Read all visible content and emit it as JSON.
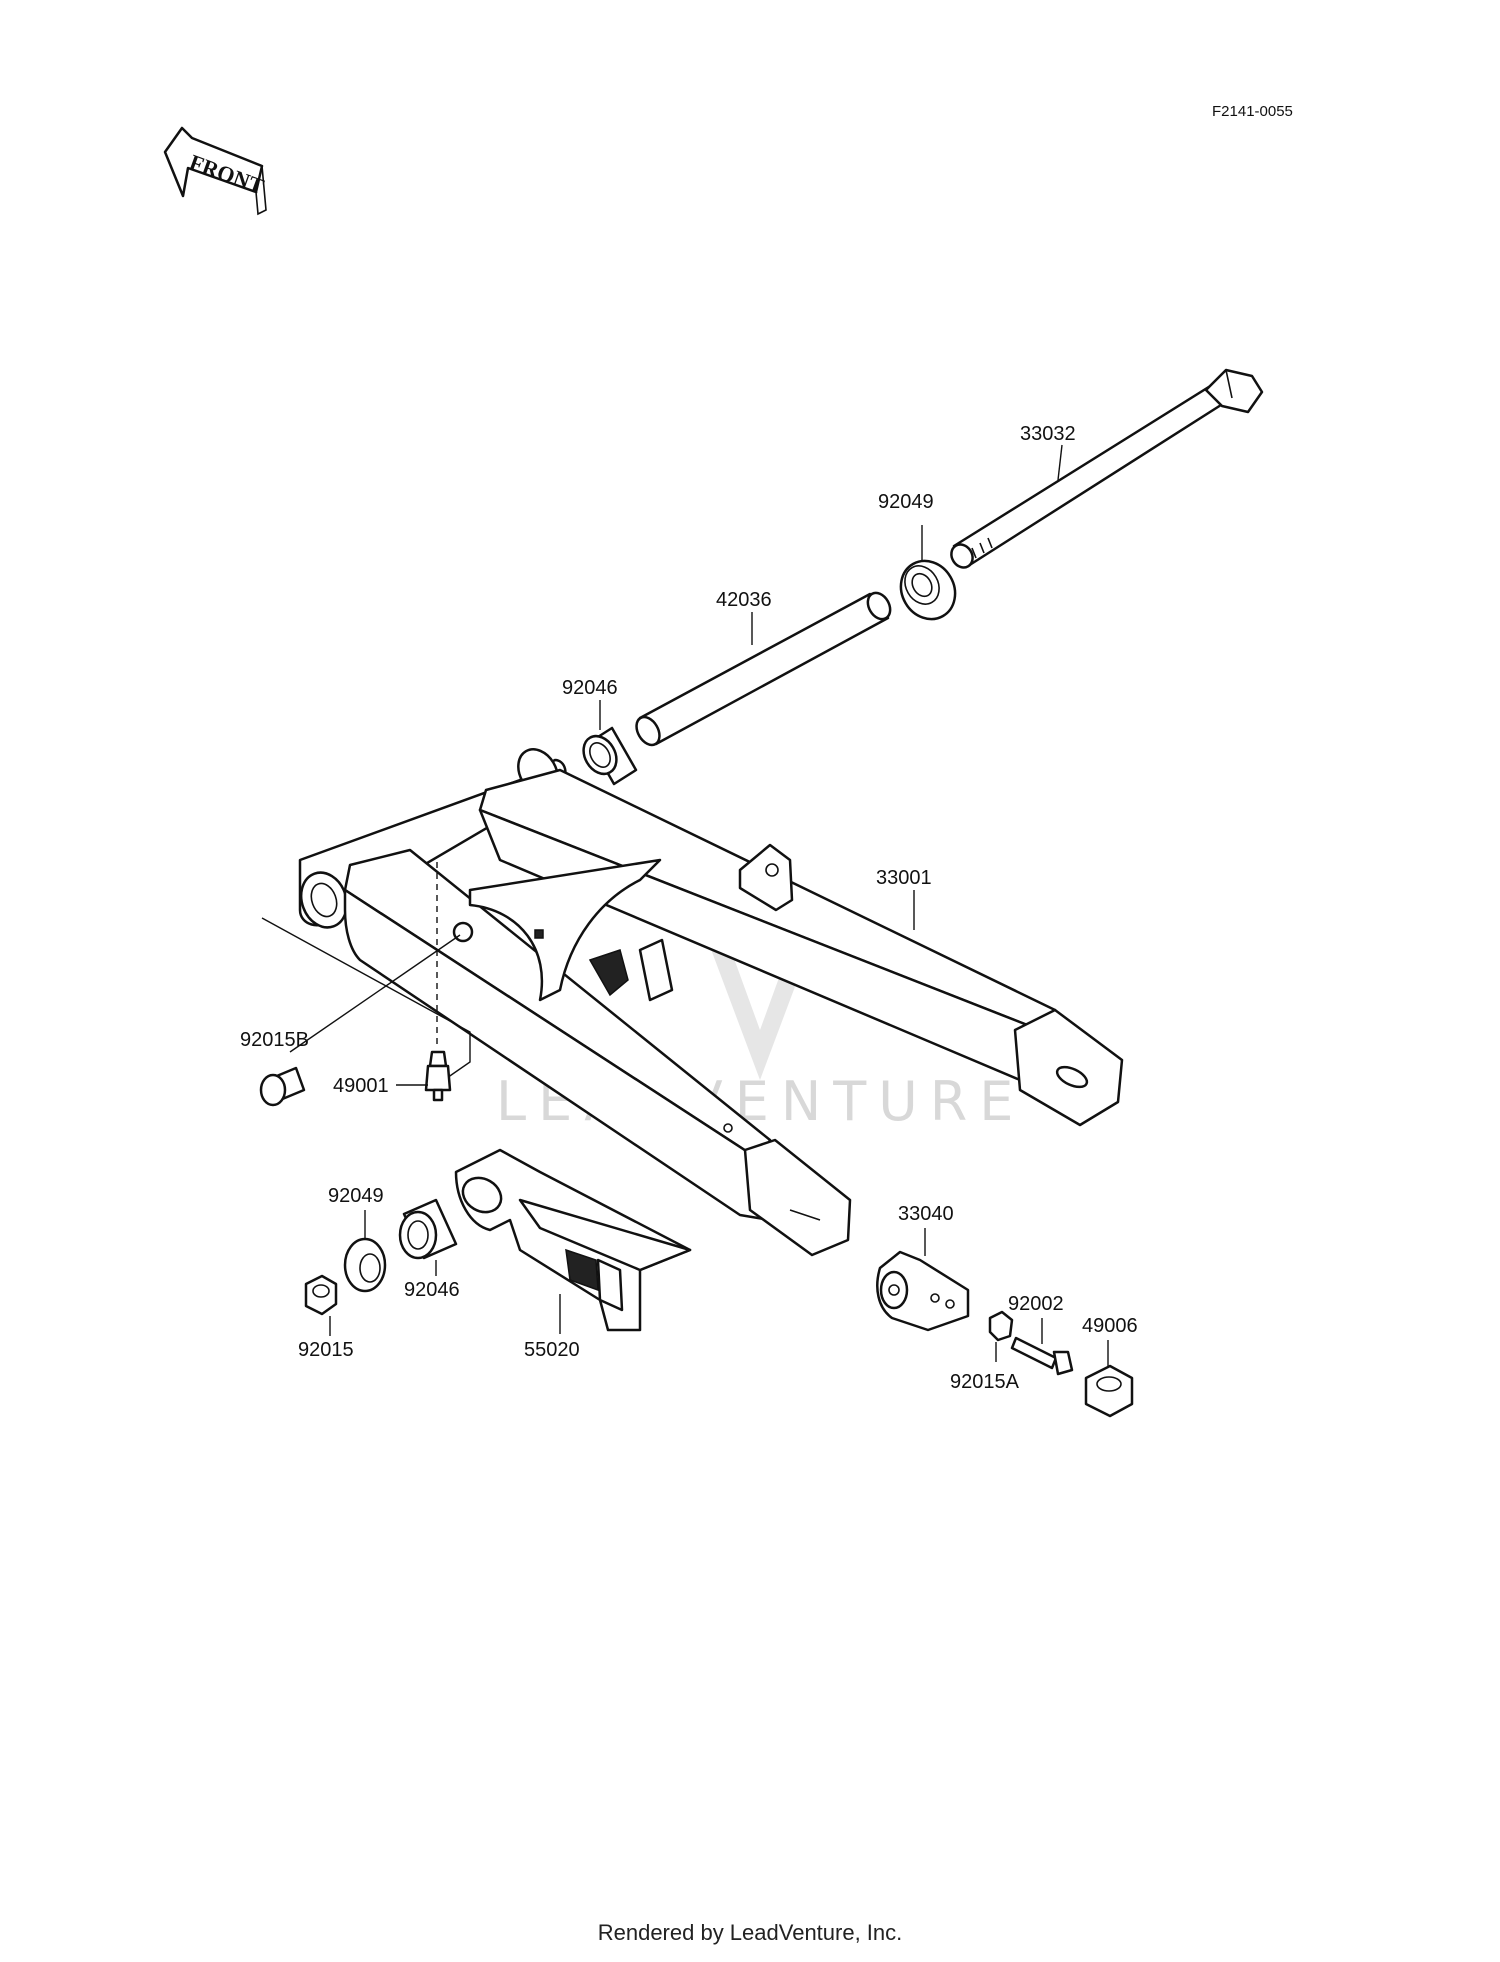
{
  "diagram_code": "F2141-0055",
  "front_arrow_label": "FRONT",
  "watermark": "LEADVENTURE",
  "footer": "Rendered by LeadVenture, Inc.",
  "callouts": {
    "c33032": "33032",
    "c92049_top": "92049",
    "c42036": "42036",
    "c92046_top": "92046",
    "c33001": "33001",
    "c92015B": "92015B",
    "c49001": "49001",
    "c92049_bot": "92049",
    "c92046_bot": "92046",
    "c92015": "92015",
    "c55020": "55020",
    "c33040": "33040",
    "c92002": "92002",
    "c92015A": "92015A",
    "c49006": "49006"
  }
}
